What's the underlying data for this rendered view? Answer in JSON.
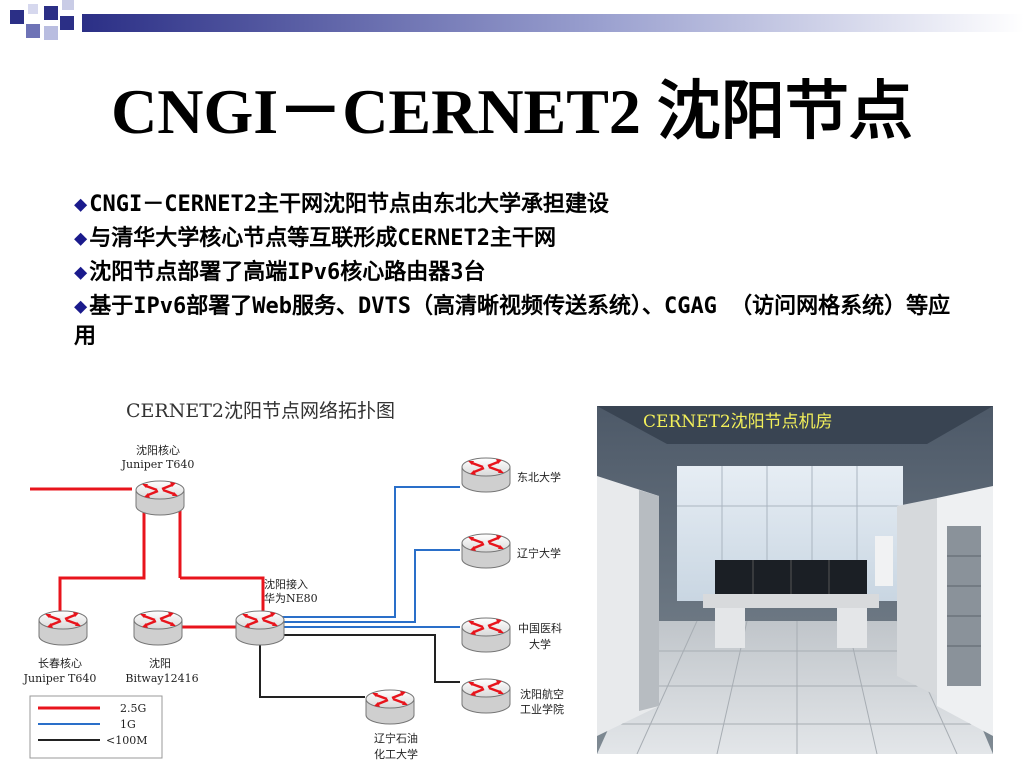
{
  "slide": {
    "title": "CNGI－CERNET2 沈阳节点",
    "bullet_symbol": "◆",
    "bullets": [
      "CNGI－CERNET2主干网沈阳节点由东北大学承担建设",
      "与清华大学核心节点等互联形成CERNET2主干网",
      "沈阳节点部署了高端IPv6核心路由器3台",
      "基于IPv6部署了Web服务、DVTS（高清晰视频传送系统）、CGAG （访问网格系统）等应用"
    ]
  },
  "diagram": {
    "title": "CERNET2沈阳节点网络拓扑图",
    "nodes": {
      "core_name": "沈阳核心",
      "core_model": "Juniper T640",
      "access_name": "沈阳接入",
      "access_model": "华为NE80",
      "changchun_name": "长春核心",
      "changchun_model": "Juniper T640",
      "bitway_name": "沈阳",
      "bitway_model": "Bitway12416",
      "neu": "东北大学",
      "lnu": "辽宁大学",
      "cmu_line1": "中国医科",
      "cmu_line2": "大学",
      "sau_line1": "沈阳航空",
      "sau_line2": "工业学院",
      "lnpu_line1": "辽宁石油",
      "lnpu_line2": "化工大学"
    },
    "legend": [
      {
        "label": "2.5G",
        "color": "#e8141c"
      },
      {
        "label": "1G",
        "color": "#2a6fc9"
      },
      {
        "label": "<100M",
        "color": "#222222"
      }
    ]
  },
  "photo": {
    "caption": "CERNET2沈阳节点机房"
  },
  "colors": {
    "link_2_5g": "#e8141c",
    "link_1g": "#2a6fc9",
    "link_100m": "#222222",
    "caption": "#f2ef5a",
    "bullet": "#1a1a8c"
  }
}
